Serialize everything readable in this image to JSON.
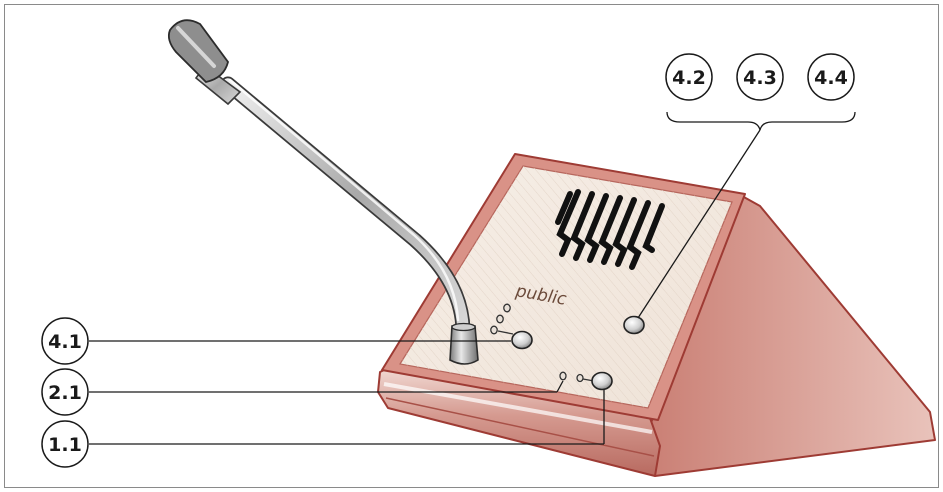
{
  "device": {
    "brand_label": "public"
  },
  "callouts": {
    "top": [
      "4.2",
      "4.3",
      "4.4"
    ],
    "left": [
      "4.1",
      "2.1",
      "1.1"
    ]
  },
  "colors": {
    "frame": "#8a8a8a",
    "case_edge": "#9e3b34",
    "case_side": "#c9847a",
    "panel": "#f4ebe1",
    "leader": "#1a1a1a"
  }
}
